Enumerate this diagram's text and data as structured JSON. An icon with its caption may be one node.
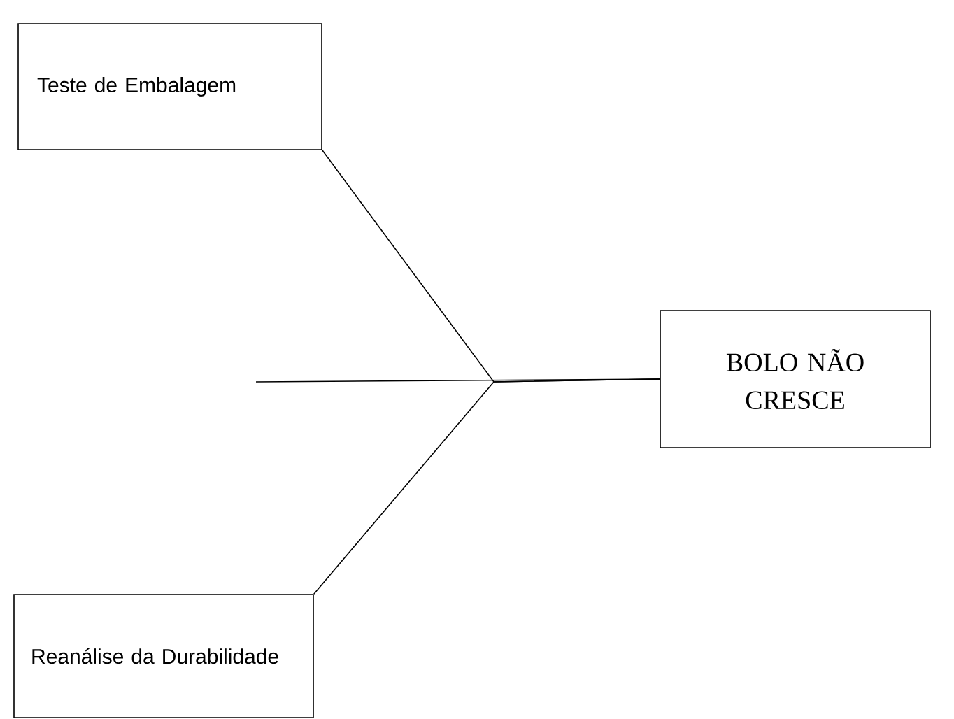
{
  "diagram": {
    "nodes": [
      {
        "text": [
          "Teste de Embalagem"
        ]
      },
      {
        "text": [
          "BOLO NÃO CRESCE"
        ]
      },
      {
        "text": [
          "Reanálise da Durabilidade"
        ]
      }
    ],
    "edges": [
      {
        "from": 0,
        "to": 1,
        "arrow": "none"
      },
      {
        "from": 2,
        "to": 1,
        "arrow": "none"
      },
      {
        "from": null,
        "to": 1,
        "arrow": "none"
      }
    ]
  }
}
